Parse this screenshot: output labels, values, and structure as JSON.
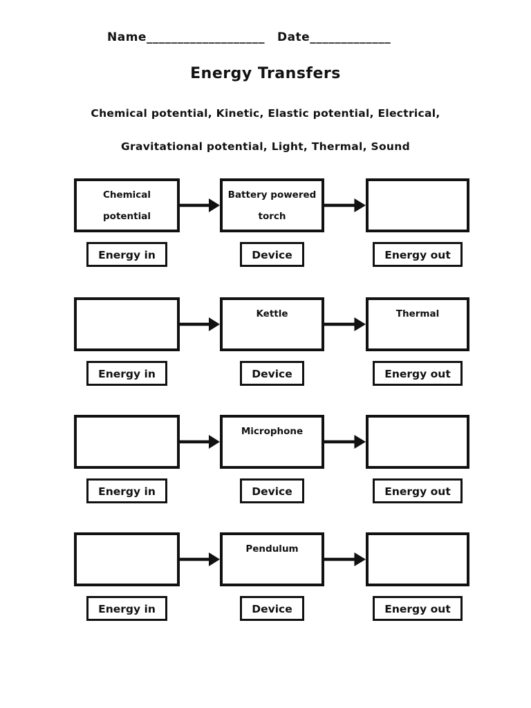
{
  "header": {
    "name_label": "Name",
    "name_line": "___________________",
    "date_label": "Date",
    "date_line": "_____________"
  },
  "title": "Energy Transfers",
  "word_bank": {
    "line1": "Chemical potential, Kinetic, Elastic potential, Electrical,",
    "line2": "Gravitational potential, Light, Thermal, Sound"
  },
  "labels": {
    "energy_in": "Energy in",
    "device": "Device",
    "energy_out": "Energy out"
  },
  "rows": [
    {
      "energy_in": "Chemical\npotential",
      "device": "Battery powered\ntorch",
      "energy_out": ""
    },
    {
      "energy_in": "",
      "device": "Kettle",
      "energy_out": "Thermal"
    },
    {
      "energy_in": "",
      "device": "Microphone",
      "energy_out": ""
    },
    {
      "energy_in": "",
      "device": "Pendulum",
      "energy_out": ""
    }
  ],
  "colors": {
    "ink": "#111111",
    "background": "#ffffff"
  }
}
